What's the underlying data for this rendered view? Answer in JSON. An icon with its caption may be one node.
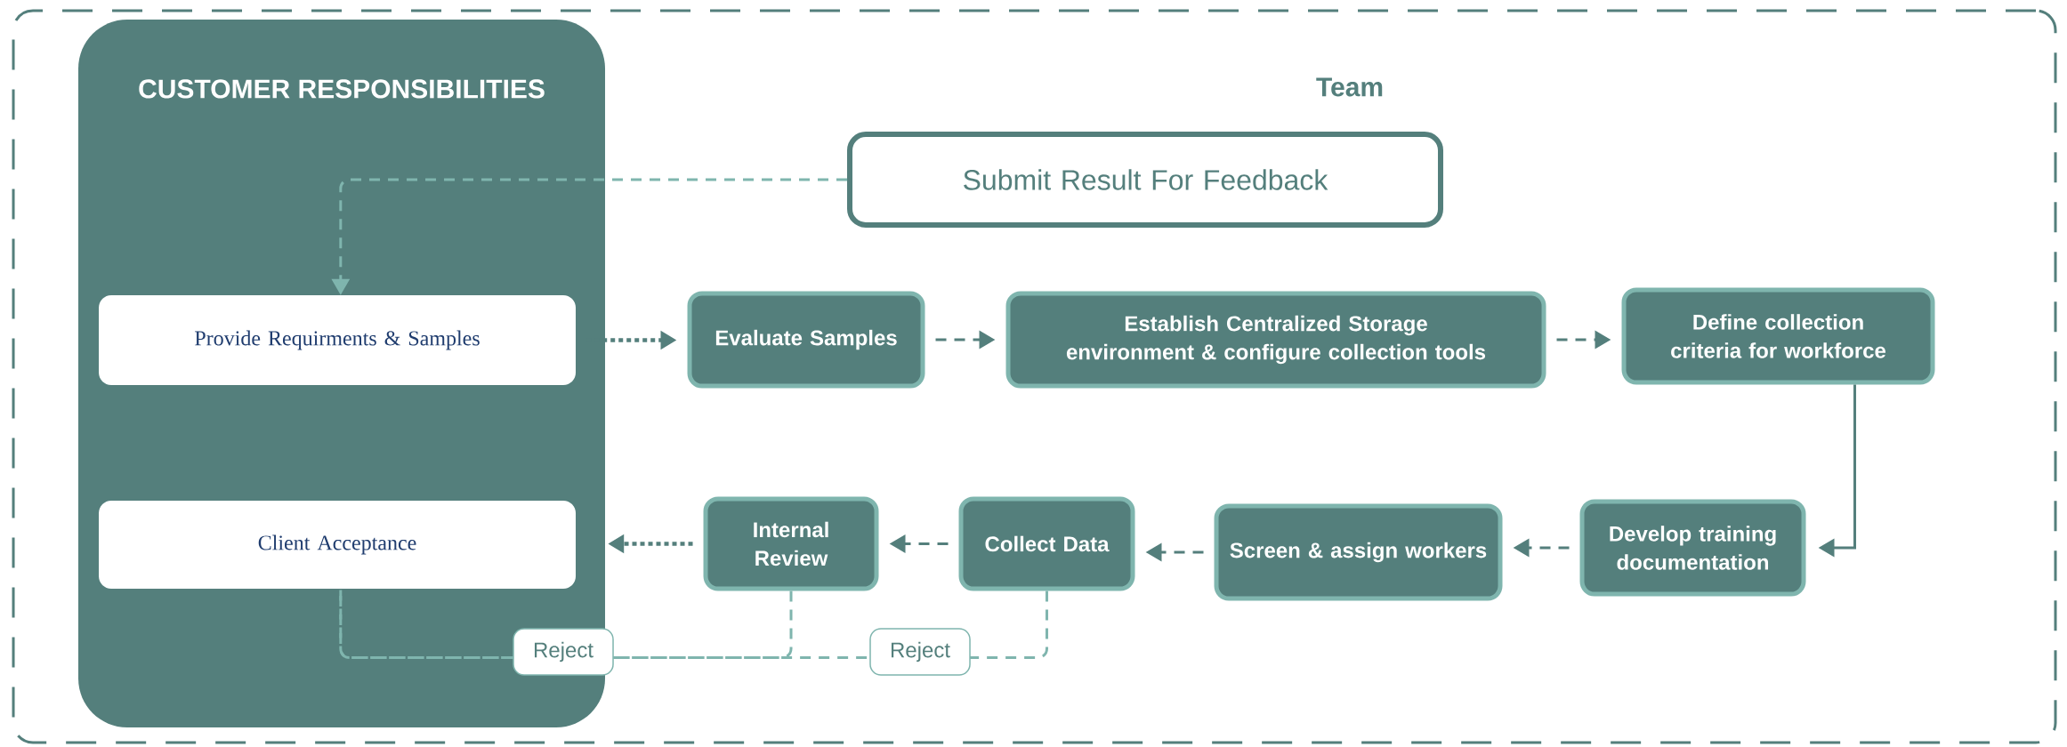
{
  "diagram": {
    "nodes": [
      {
        "text": [
          "Team"
        ]
      },
      {
        "text": [
          "CUSTOMER RESPONSIBILITIES"
        ],
        "in": 0
      },
      {
        "text": [
          "Provide Requirments & Samples"
        ],
        "in": 1
      },
      {
        "text": [
          "Client Acceptance"
        ],
        "in": 1
      },
      {
        "text": [
          "Submit Result For Feedback"
        ],
        "in": 0
      },
      {
        "text": [
          "Evaluate Samples"
        ],
        "in": 0
      },
      {
        "text": [
          "Establish Centralized Storage environment & configure collection tools"
        ],
        "in": 0
      },
      {
        "text": [
          "Define collection criteria for workforce"
        ],
        "in": 0
      },
      {
        "text": [
          "Develop training documentation"
        ],
        "in": 0
      },
      {
        "text": [
          "Screen & assign workers"
        ],
        "in": 0
      },
      {
        "text": [
          "Collect Data"
        ],
        "in": 0
      },
      {
        "text": [
          "Internal Review"
        ],
        "in": 0
      }
    ],
    "edges": [
      {
        "from": 4,
        "to": 2,
        "arrow": "to",
        "style": "dashed",
        "color": "#7fb5ae"
      },
      {
        "from": 2,
        "to": 5,
        "arrow": "to",
        "style": "dashed"
      },
      {
        "from": 5,
        "to": 6,
        "arrow": "to",
        "style": "dashed"
      },
      {
        "from": 6,
        "to": 7,
        "arrow": "to",
        "style": "dashed"
      },
      {
        "from": 7,
        "to": 8,
        "arrow": "to"
      },
      {
        "from": 8,
        "to": 9,
        "arrow": "to",
        "style": "dashed"
      },
      {
        "from": 9,
        "to": 10,
        "arrow": "to",
        "style": "dashed"
      },
      {
        "from": 10,
        "to": 11,
        "arrow": "to",
        "style": "dashed"
      },
      {
        "from": 11,
        "to": 3,
        "arrow": "to",
        "style": "dashed"
      },
      {
        "from": 10,
        "to": 3,
        "arrow": "none",
        "style": "dashed",
        "color": "#7fb5ae",
        "label": "Reject"
      },
      {
        "from": 11,
        "to": 3,
        "arrow": "none",
        "style": "dashed",
        "color": "#7fb5ae",
        "label": "Reject"
      }
    ]
  }
}
